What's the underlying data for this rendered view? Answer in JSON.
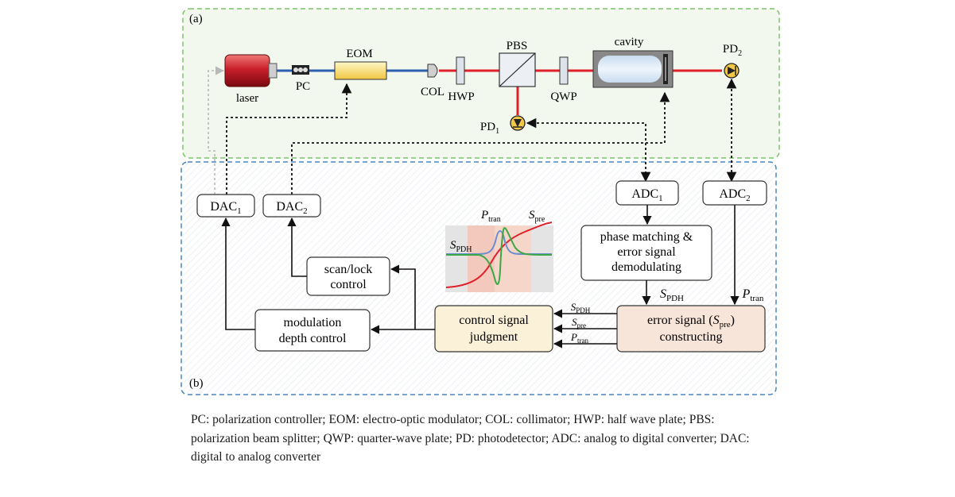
{
  "panel_a": {
    "label": "(a)",
    "laser": "laser",
    "pc": "PC",
    "eom": "EOM",
    "col": "COL",
    "hwp": "HWP",
    "pbs": "PBS",
    "qwp": "QWP",
    "cavity": "cavity",
    "pd1": {
      "base": "PD",
      "sub": "1"
    },
    "pd2": {
      "base": "PD",
      "sub": "2"
    }
  },
  "panel_b": {
    "label": "(b)",
    "adc1": {
      "base": "ADC",
      "sub": "1"
    },
    "adc2": {
      "base": "ADC",
      "sub": "2"
    },
    "dac1": {
      "base": "DAC",
      "sub": "1"
    },
    "dac2": {
      "base": "DAC",
      "sub": "2"
    },
    "phase_box": [
      "phase matching &",
      "error signal",
      "demodulating"
    ],
    "scan_box": [
      "scan/lock",
      "control"
    ],
    "mod_box": [
      "modulation",
      "depth control"
    ],
    "judgment_box": [
      "control signal",
      "judgment"
    ],
    "error_box": {
      "line1_pre": "error signal  (",
      "line1_sym": "S",
      "line1_sub": "pre",
      "line1_post": ")",
      "line2": "constructing"
    },
    "s_pdh": {
      "sym": "S",
      "sub": "PDH"
    },
    "p_tran": {
      "sym": "P",
      "sub": "tran"
    },
    "s_pre": {
      "sym": "S",
      "sub": "pre"
    }
  },
  "colors": {
    "panel_a_border": "#7cc36a",
    "panel_a_fill": "#f3f8ee",
    "panel_b_border": "#4a86c0",
    "beam_red": "#e0202a",
    "fiber_blue": "#2b5fb0",
    "judgment_fill": "#fbf0d8",
    "error_fill": "#f8e5da",
    "curve_red": "#e0202a",
    "curve_green": "#3aa845",
    "curve_blue": "#6c8fd0"
  },
  "caption": "PC: polarization controller; EOM: electro-optic modulator; COL: collimator; HWP: half wave plate; PBS: polarization beam splitter; QWP: quarter-wave plate; PD: photodetector; ADC: analog to digital converter; DAC: digital to analog converter"
}
